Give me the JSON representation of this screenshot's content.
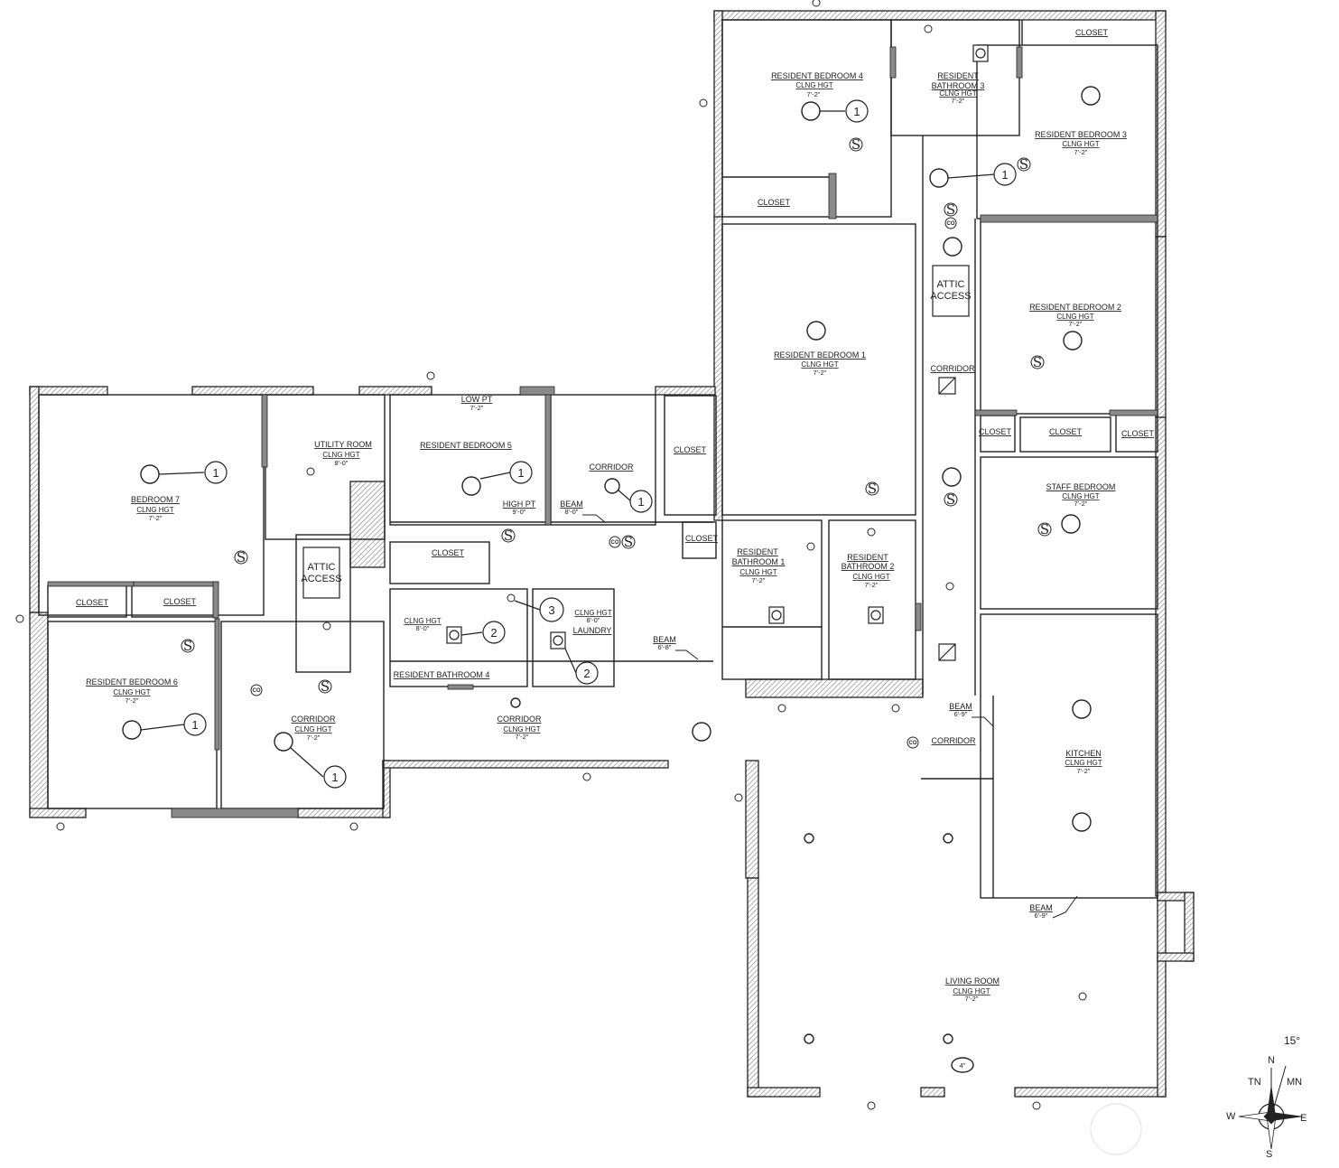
{
  "labels": {
    "clng_hgt": "CLNG HGT",
    "closet": "CLOSET",
    "beam": "BEAM",
    "attic_l1": "ATTIC",
    "attic_l2": "ACCESS",
    "low_pt": "LOW PT",
    "high_pt": "HIGH PT",
    "smoke": "S",
    "co": "CO"
  },
  "rooms": {
    "bedroom4": {
      "name": "RESIDENT BEDROOM 4",
      "height": "7'-2\""
    },
    "bathroom3": {
      "name_l1": "RESIDENT",
      "name_l2": "BATHROOM 3",
      "height": "7'-2\""
    },
    "bedroom3": {
      "name": "RESIDENT BEDROOM 3",
      "height": "7'-2\""
    },
    "bedroom1": {
      "name": "RESIDENT BEDROOM 1",
      "height": "7'-2\""
    },
    "bedroom2": {
      "name": "RESIDENT BEDROOM 2",
      "height": "7'-2\""
    },
    "staff": {
      "name": "STAFF BEDROOM",
      "height": "7'-2\""
    },
    "bath1": {
      "name_l1": "RESIDENT",
      "name_l2": "BATHROOM 1",
      "height": "7'-2\""
    },
    "bath2": {
      "name_l1": "RESIDENT",
      "name_l2": "BATHROOM 2",
      "height": "7'-2\""
    },
    "kitchen": {
      "name": "KITCHEN",
      "height": "7'-2\""
    },
    "living": {
      "name": "LIVING ROOM",
      "height": "7'-2\""
    },
    "bedroom7": {
      "name": "BEDROOM 7",
      "height": "7'-2\""
    },
    "bedroom6": {
      "name": "RESIDENT BEDROOM 6",
      "height": "7'-2\""
    },
    "utility": {
      "name": "UTILITY ROOM",
      "height": "8'-0\""
    },
    "bedroom5": {
      "name": "RESIDENT BEDROOM 5"
    },
    "bath4": {
      "name": "RESIDENT BATHROOM 4",
      "height": "8'-0\""
    },
    "laundry": {
      "name": "LAUNDRY",
      "height": "8'-0\""
    },
    "corridor": "CORRIDOR"
  },
  "values": {
    "low_pt": "7'-2\"",
    "high_pt": "9'-0\"",
    "corridor_w_height": "7'-2\"",
    "corridor_mid_height": "7'-2\"",
    "beam_a": "8'-0\"",
    "beam_b": "6'-8\"",
    "beam_c": "6'-9\"",
    "beam_d": "6'-9\"",
    "floor_note": "4\""
  },
  "markers": {
    "one": "1",
    "two": "2",
    "three": "3"
  },
  "compass": {
    "angle": "15°",
    "n": "N",
    "tn": "TN",
    "mn": "MN",
    "w": "W",
    "e": "E",
    "s": "S"
  },
  "colors": {
    "wall": "#222222",
    "hatch": "#9a9a9a",
    "solid_wall": "#8a8a8a"
  }
}
